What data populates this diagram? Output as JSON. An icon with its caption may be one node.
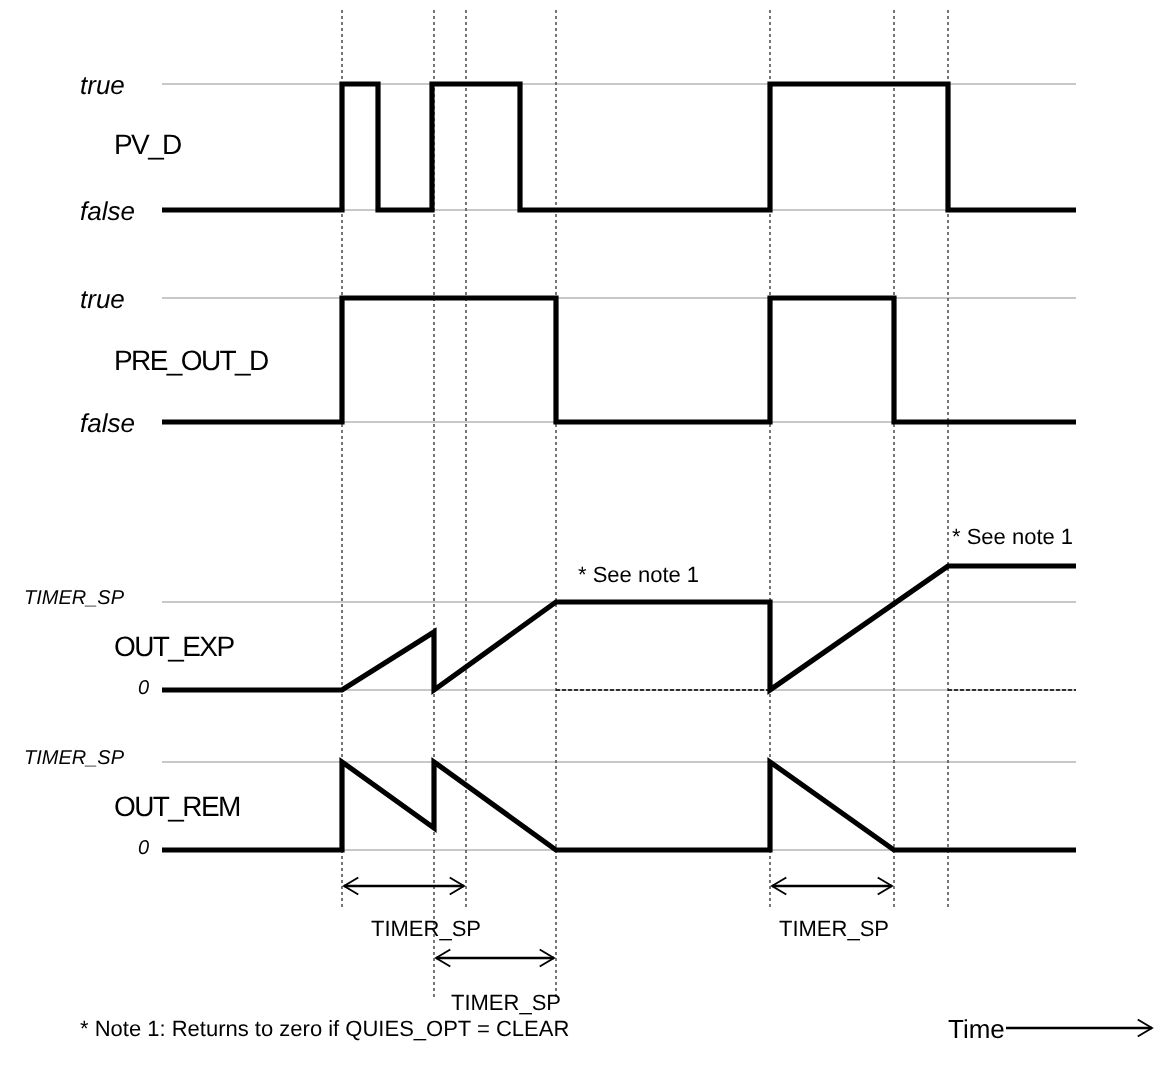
{
  "diagram": {
    "labels": [
      "true",
      "PV_D",
      "false",
      "true",
      "PRE_OUT_D",
      "false",
      "* See note 1",
      "TIMER_SP",
      "* See note 1",
      "OUT_EXP",
      "0",
      "TIMER_SP",
      "OUT_REM",
      "0",
      "TIMER_SP",
      "TIMER_SP",
      "TIMER_SP",
      "* Note 1:  Returns to zero if QUIES_OPT = CLEAR",
      "Time"
    ]
  }
}
